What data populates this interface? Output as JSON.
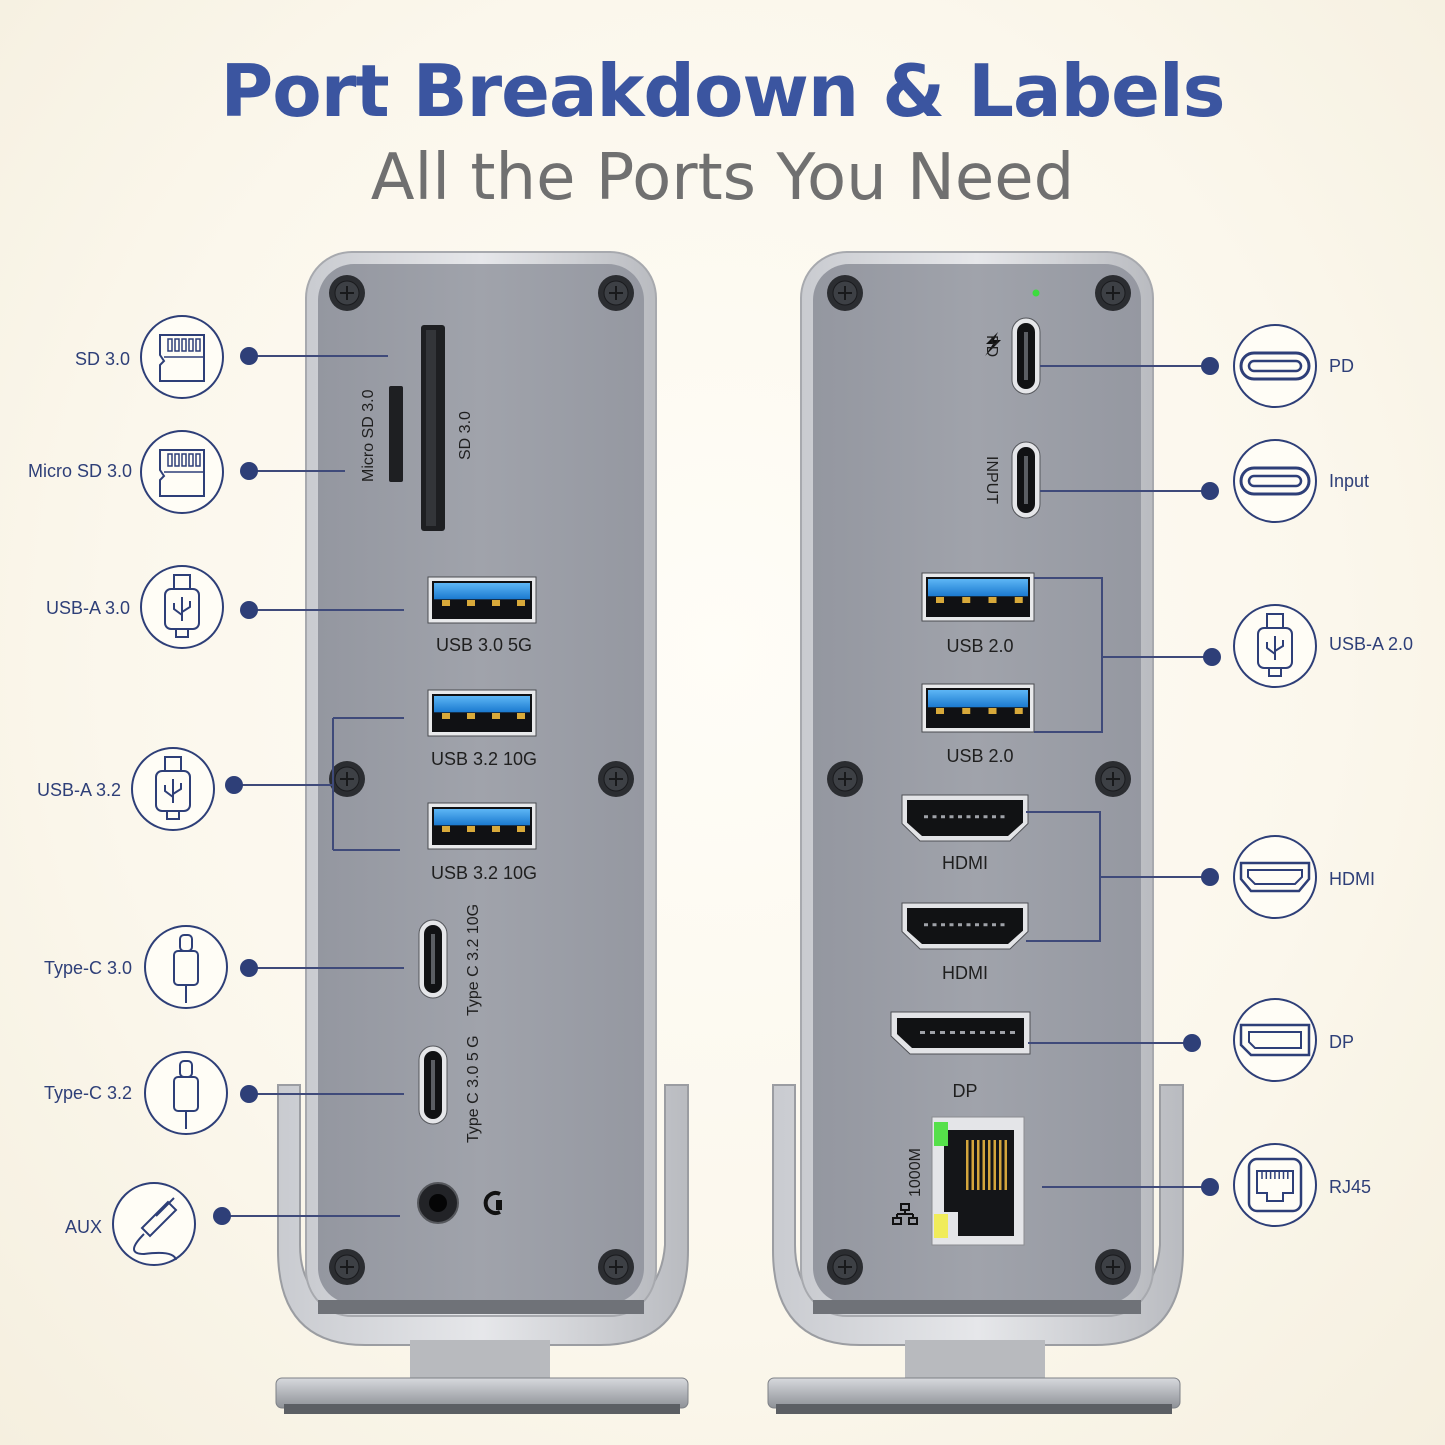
{
  "header": {
    "title": "Port Breakdown & Labels",
    "subtitle": "All the Ports You Need"
  },
  "left_callouts": [
    {
      "label": "SD 3.0",
      "icon": "sd-card-icon"
    },
    {
      "label": "Micro SD 3.0",
      "icon": "sd-card-icon"
    },
    {
      "label": "USB-A 3.0",
      "icon": "usb-a-plug-icon"
    },
    {
      "label": "USB-A 3.2",
      "icon": "usb-a-plug-icon"
    },
    {
      "label": "Type-C 3.0",
      "icon": "usb-c-plug-icon"
    },
    {
      "label": "Type-C 3.2",
      "icon": "usb-c-plug-icon"
    },
    {
      "label": "AUX",
      "icon": "audio-jack-icon"
    }
  ],
  "right_callouts": [
    {
      "label": "PD",
      "icon": "usb-c-port-icon"
    },
    {
      "label": "Input",
      "icon": "usb-c-port-icon"
    },
    {
      "label": "USB-A 2.0",
      "icon": "usb-a-plug-icon"
    },
    {
      "label": "HDMI",
      "icon": "hdmi-port-icon"
    },
    {
      "label": "DP",
      "icon": "displayport-icon"
    },
    {
      "label": "RJ45",
      "icon": "ethernet-port-icon"
    }
  ],
  "left_panel": {
    "micro_sd_slot": "Micro SD 3.0",
    "sd_slot": "SD 3.0",
    "usb_ports": [
      "USB 3.0 5G",
      "USB 3.2 10G",
      "USB 3.2 10G"
    ],
    "type_c_ports": [
      "Type C 3.2 10G",
      "Type C 3.0  5 G"
    ],
    "audio_symbol": "headphones-icon"
  },
  "right_panel": {
    "pd_port": "PD",
    "input_port": "INPUT",
    "usb_ports": [
      "USB 2.0",
      "USB 2.0"
    ],
    "hdmi_ports": [
      "HDMI",
      "HDMI"
    ],
    "dp_port": "DP",
    "ethernet": "1000M",
    "status_led_color": "#3ddc3d"
  },
  "colors": {
    "accent": "#3b55a0",
    "label": "#2e3f78",
    "panel": "#9a9ca3",
    "usb3_blue": "#2f8fe0"
  }
}
